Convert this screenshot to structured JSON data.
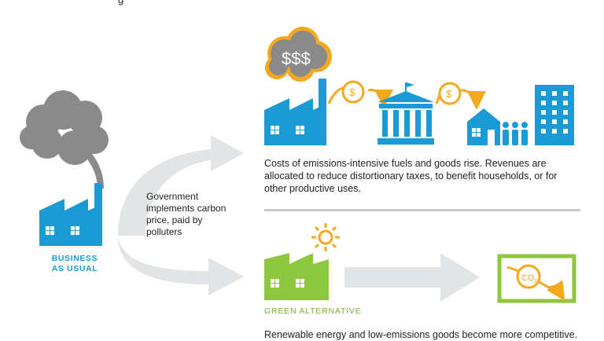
{
  "top_fragment": "g",
  "business_as_usual": {
    "line1": "BUSINESS",
    "line2": "AS USUAL"
  },
  "government_text": "Government implements carbon price, paid by polluters",
  "costs_text": "Costs of emissions-intensive fuels and goods rise. Revenues are allocated to reduce distortionary taxes, to benefit households, or for other productive uses.",
  "green_alternative": "GREEN ALTERNATIVE",
  "renewable_text": "Renewable energy and low-emissions goods become more competitive.",
  "money_cloud_text": "$$$",
  "coin_symbol": "$",
  "co2_text": "CO",
  "co2_sub": "2",
  "colors": {
    "blue": "#1a9bd5",
    "green": "#8dc63f",
    "orange": "#f4a81d",
    "smoke": "#8a8a8a",
    "arrow": "#e2e4e5",
    "divider": "#c9caca"
  }
}
